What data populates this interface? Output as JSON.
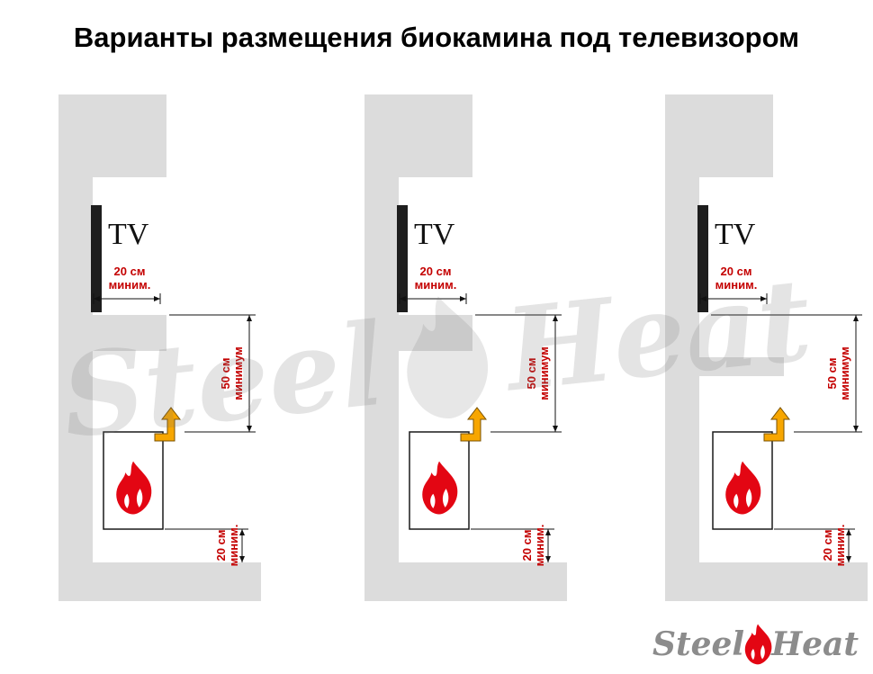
{
  "title": "Варианты размещения биокамина под телевизором",
  "watermark": {
    "word1": "Steel",
    "word2": "Heat"
  },
  "logo": {
    "word1": "Steel",
    "word2": "Heat"
  },
  "colors": {
    "wall_gray": "#dcdcdc",
    "dimension_red": "#c40000",
    "flame_red": "#e30613",
    "arrow_orange": "#f7a600",
    "tv_black": "#1e1e1e",
    "watermark_gray": "#bdbdbd"
  },
  "panels": [
    {
      "tv_label": "TV",
      "dim_tv": {
        "line1": "20 см",
        "line2": "миним."
      },
      "dim_clearance": {
        "line1": "50 см",
        "line2": "минимум"
      },
      "dim_floor": {
        "line1": "20 см",
        "line2": "миним."
      }
    },
    {
      "tv_label": "TV",
      "dim_tv": {
        "line1": "20 см",
        "line2": "миним."
      },
      "dim_clearance": {
        "line1": "50 см",
        "line2": "минимум"
      },
      "dim_floor": {
        "line1": "20 см",
        "line2": "миним."
      }
    },
    {
      "tv_label": "TV",
      "dim_tv": {
        "line1": "20 см",
        "line2": "миним."
      },
      "dim_clearance": {
        "line1": "50 см",
        "line2": "минимум"
      },
      "dim_floor": {
        "line1": "20 см",
        "line2": "миним."
      }
    }
  ]
}
